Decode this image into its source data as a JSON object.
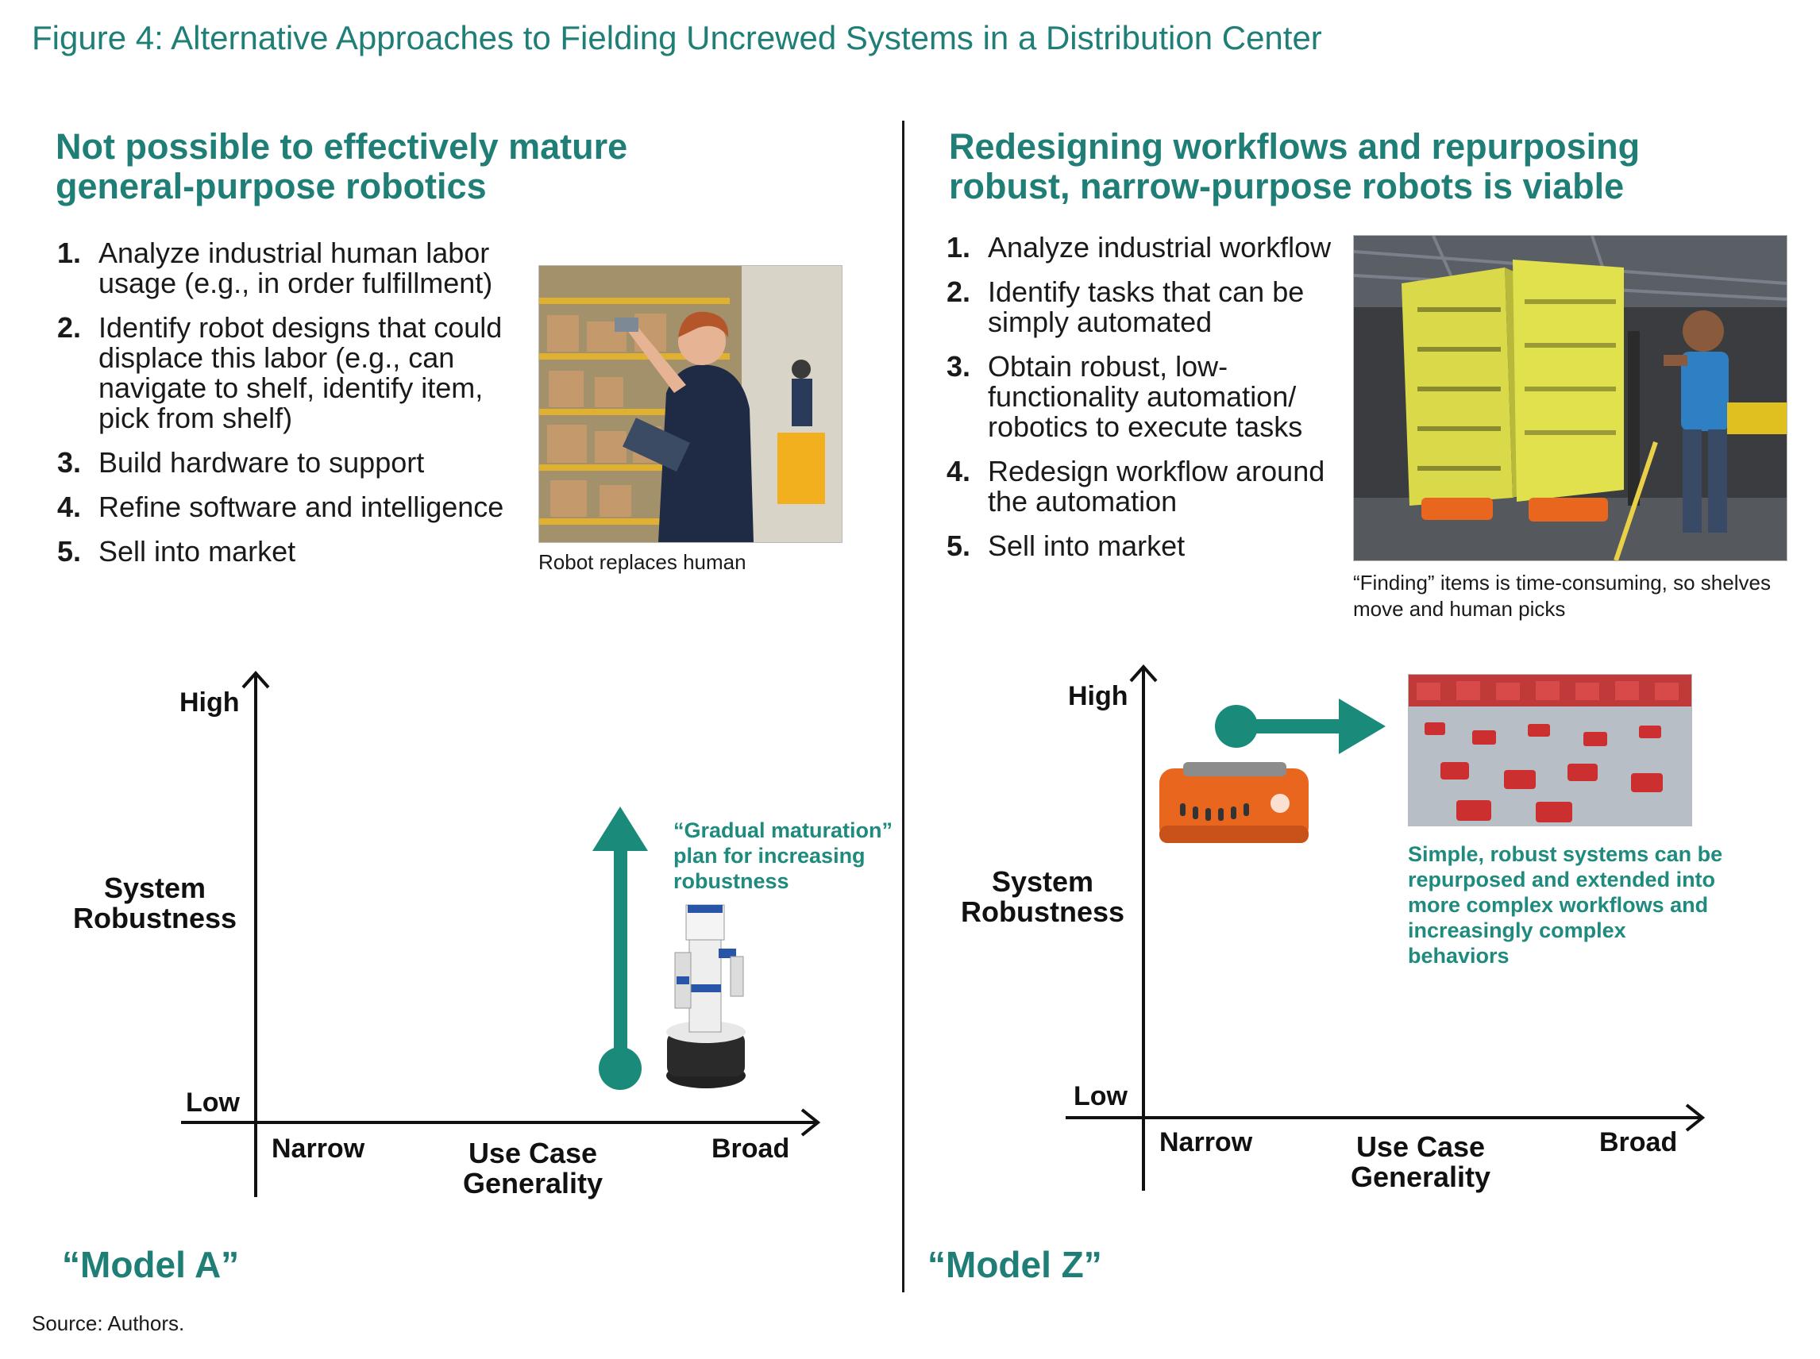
{
  "figure_title": "Figure 4: Alternative Approaches to Fielding Uncrewed Systems in a Distribution Center",
  "colors": {
    "accent": "#1f7f77",
    "arrow": "#1a8a7a",
    "text": "#1a1a1a"
  },
  "left": {
    "heading_line1": "Not possible to effectively mature",
    "heading_line2": "general-purpose robotics",
    "steps": [
      {
        "num": "1.",
        "text": "Analyze industrial human labor usage (e.g., in order fulfillment)"
      },
      {
        "num": "2.",
        "text": "Identify robot designs that could displace this labor (e.g., can navigate to shelf, identify item, pick from shelf)"
      },
      {
        "num": "3.",
        "text": "Build hardware to support"
      },
      {
        "num": "4.",
        "text": "Refine software and intelligence"
      },
      {
        "num": "5.",
        "text": "Sell into market"
      }
    ],
    "photo_caption": "Robot replaces human",
    "y_high": "High",
    "y_low": "Low",
    "y_title_line1": "System",
    "y_title_line2": "Robustness",
    "x_narrow": "Narrow",
    "x_broad": "Broad",
    "x_title_line1": "Use Case",
    "x_title_line2": "Generality",
    "annotation_line1": "“Gradual maturation”",
    "annotation_line2": "plan for increasing",
    "annotation_line3": "robustness",
    "model_label": "“Model A”"
  },
  "right": {
    "heading_line1": "Redesigning workflows and repurposing",
    "heading_line2": "robust, narrow-purpose robots is viable",
    "steps": [
      {
        "num": "1.",
        "text": "Analyze industrial workflow"
      },
      {
        "num": "2.",
        "text": "Identify tasks that can be simply automated"
      },
      {
        "num": "3.",
        "text": "Obtain robust, low-functionality automation/ robotics to execute tasks"
      },
      {
        "num": "4.",
        "text": "Redesign workflow around the automation"
      },
      {
        "num": "5.",
        "text": "Sell into market"
      }
    ],
    "photo_caption": "“Finding” items is time-consuming, so shelves move and human picks",
    "y_high": "High",
    "y_low": "Low",
    "y_title_line1": "System",
    "y_title_line2": "Robustness",
    "x_narrow": "Narrow",
    "x_broad": "Broad",
    "x_title_line1": "Use Case",
    "x_title_line2": "Generality",
    "annotation": "Simple, robust systems can be repurposed and extended into more complex workflows and increasingly complex behaviors",
    "model_label": "“Model Z”"
  },
  "source": "Source: Authors."
}
